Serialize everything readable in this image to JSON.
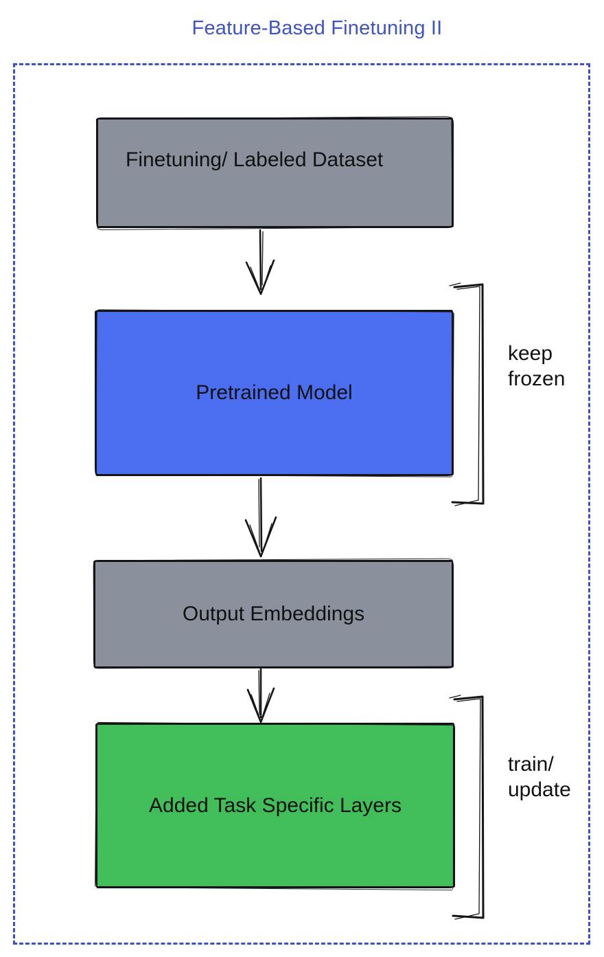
{
  "title": {
    "text": "Feature-Based Finetuning II",
    "color": "#3D53C7"
  },
  "frame": {
    "border_color": "#3B52C6"
  },
  "colors": {
    "ink": "#151515",
    "label_text": "#111111",
    "gray_fill": "#8A919C",
    "blue_fill": "#4B6EF0",
    "green_fill": "#41BD59",
    "title_blue": "#3D53C7",
    "frame_blue": "#3B52C6"
  },
  "diagram": {
    "nodes": [
      {
        "id": "finetuning-dataset",
        "label": "Finetuning/ Labeled Dataset",
        "fill": "#8A919C"
      },
      {
        "id": "pretrained-model",
        "label": "Pretrained Model",
        "fill": "#4B6EF0"
      },
      {
        "id": "output-embeddings",
        "label": "Output Embeddings",
        "fill": "#8A919C"
      },
      {
        "id": "added-task-layers",
        "label": "Added Task Specific Layers",
        "fill": "#41BD59"
      }
    ],
    "edges": [
      {
        "from": "finetuning-dataset",
        "to": "pretrained-model"
      },
      {
        "from": "pretrained-model",
        "to": "output-embeddings"
      },
      {
        "from": "output-embeddings",
        "to": "added-task-layers"
      }
    ],
    "annotations": [
      {
        "target": "pretrained-model",
        "label": "keep\nfrozen"
      },
      {
        "target": "added-task-layers",
        "label": "train/\nupdate"
      }
    ]
  }
}
